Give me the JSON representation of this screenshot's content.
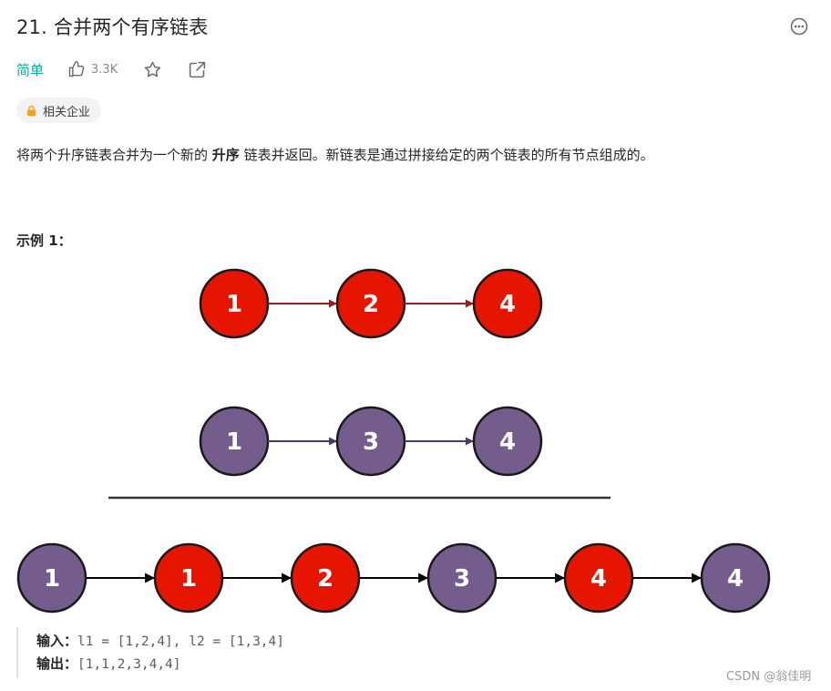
{
  "problem": {
    "title": "21. 合并两个有序链表",
    "difficulty": "简单",
    "likes": "3.3K",
    "company_tag": "相关企业"
  },
  "description": {
    "before": "将两个升序链表合并为一个新的 ",
    "emphasis": "升序",
    "after": " 链表并返回。新链表是通过拼接给定的两个链表的所有节点组成的。"
  },
  "example": {
    "title": "示例 1：",
    "input_label": "输入：",
    "input_value": "l1 = [1,2,4], l2 = [1,3,4]",
    "output_label": "输出：",
    "output_value": "[1,1,2,3,4,4]"
  },
  "diagram": {
    "list1": [
      1,
      2,
      4
    ],
    "list2": [
      1,
      3,
      4
    ],
    "merged": [
      {
        "value": 1,
        "source": "list2"
      },
      {
        "value": 1,
        "source": "list1"
      },
      {
        "value": 2,
        "source": "list1"
      },
      {
        "value": 3,
        "source": "list2"
      },
      {
        "value": 4,
        "source": "list1"
      },
      {
        "value": 4,
        "source": "list2"
      }
    ],
    "colors": {
      "list1_fill": "#e61500",
      "list2_fill": "#745c8c",
      "list1_arrow": "#9b1c1c",
      "list2_arrow": "#4a3a6a",
      "merged_arrow": "#000000",
      "node_stroke": "#1a1a1a",
      "separator": "#333333"
    }
  },
  "icons": {
    "more": "more-horizontal-icon",
    "like": "thumbs-up-icon",
    "favorite": "star-icon",
    "share": "share-icon",
    "lock": "lock-icon"
  },
  "colors": {
    "difficulty_easy": "#00af9b",
    "lock": "#ffa116"
  },
  "watermark": "CSDN @翁佳明"
}
